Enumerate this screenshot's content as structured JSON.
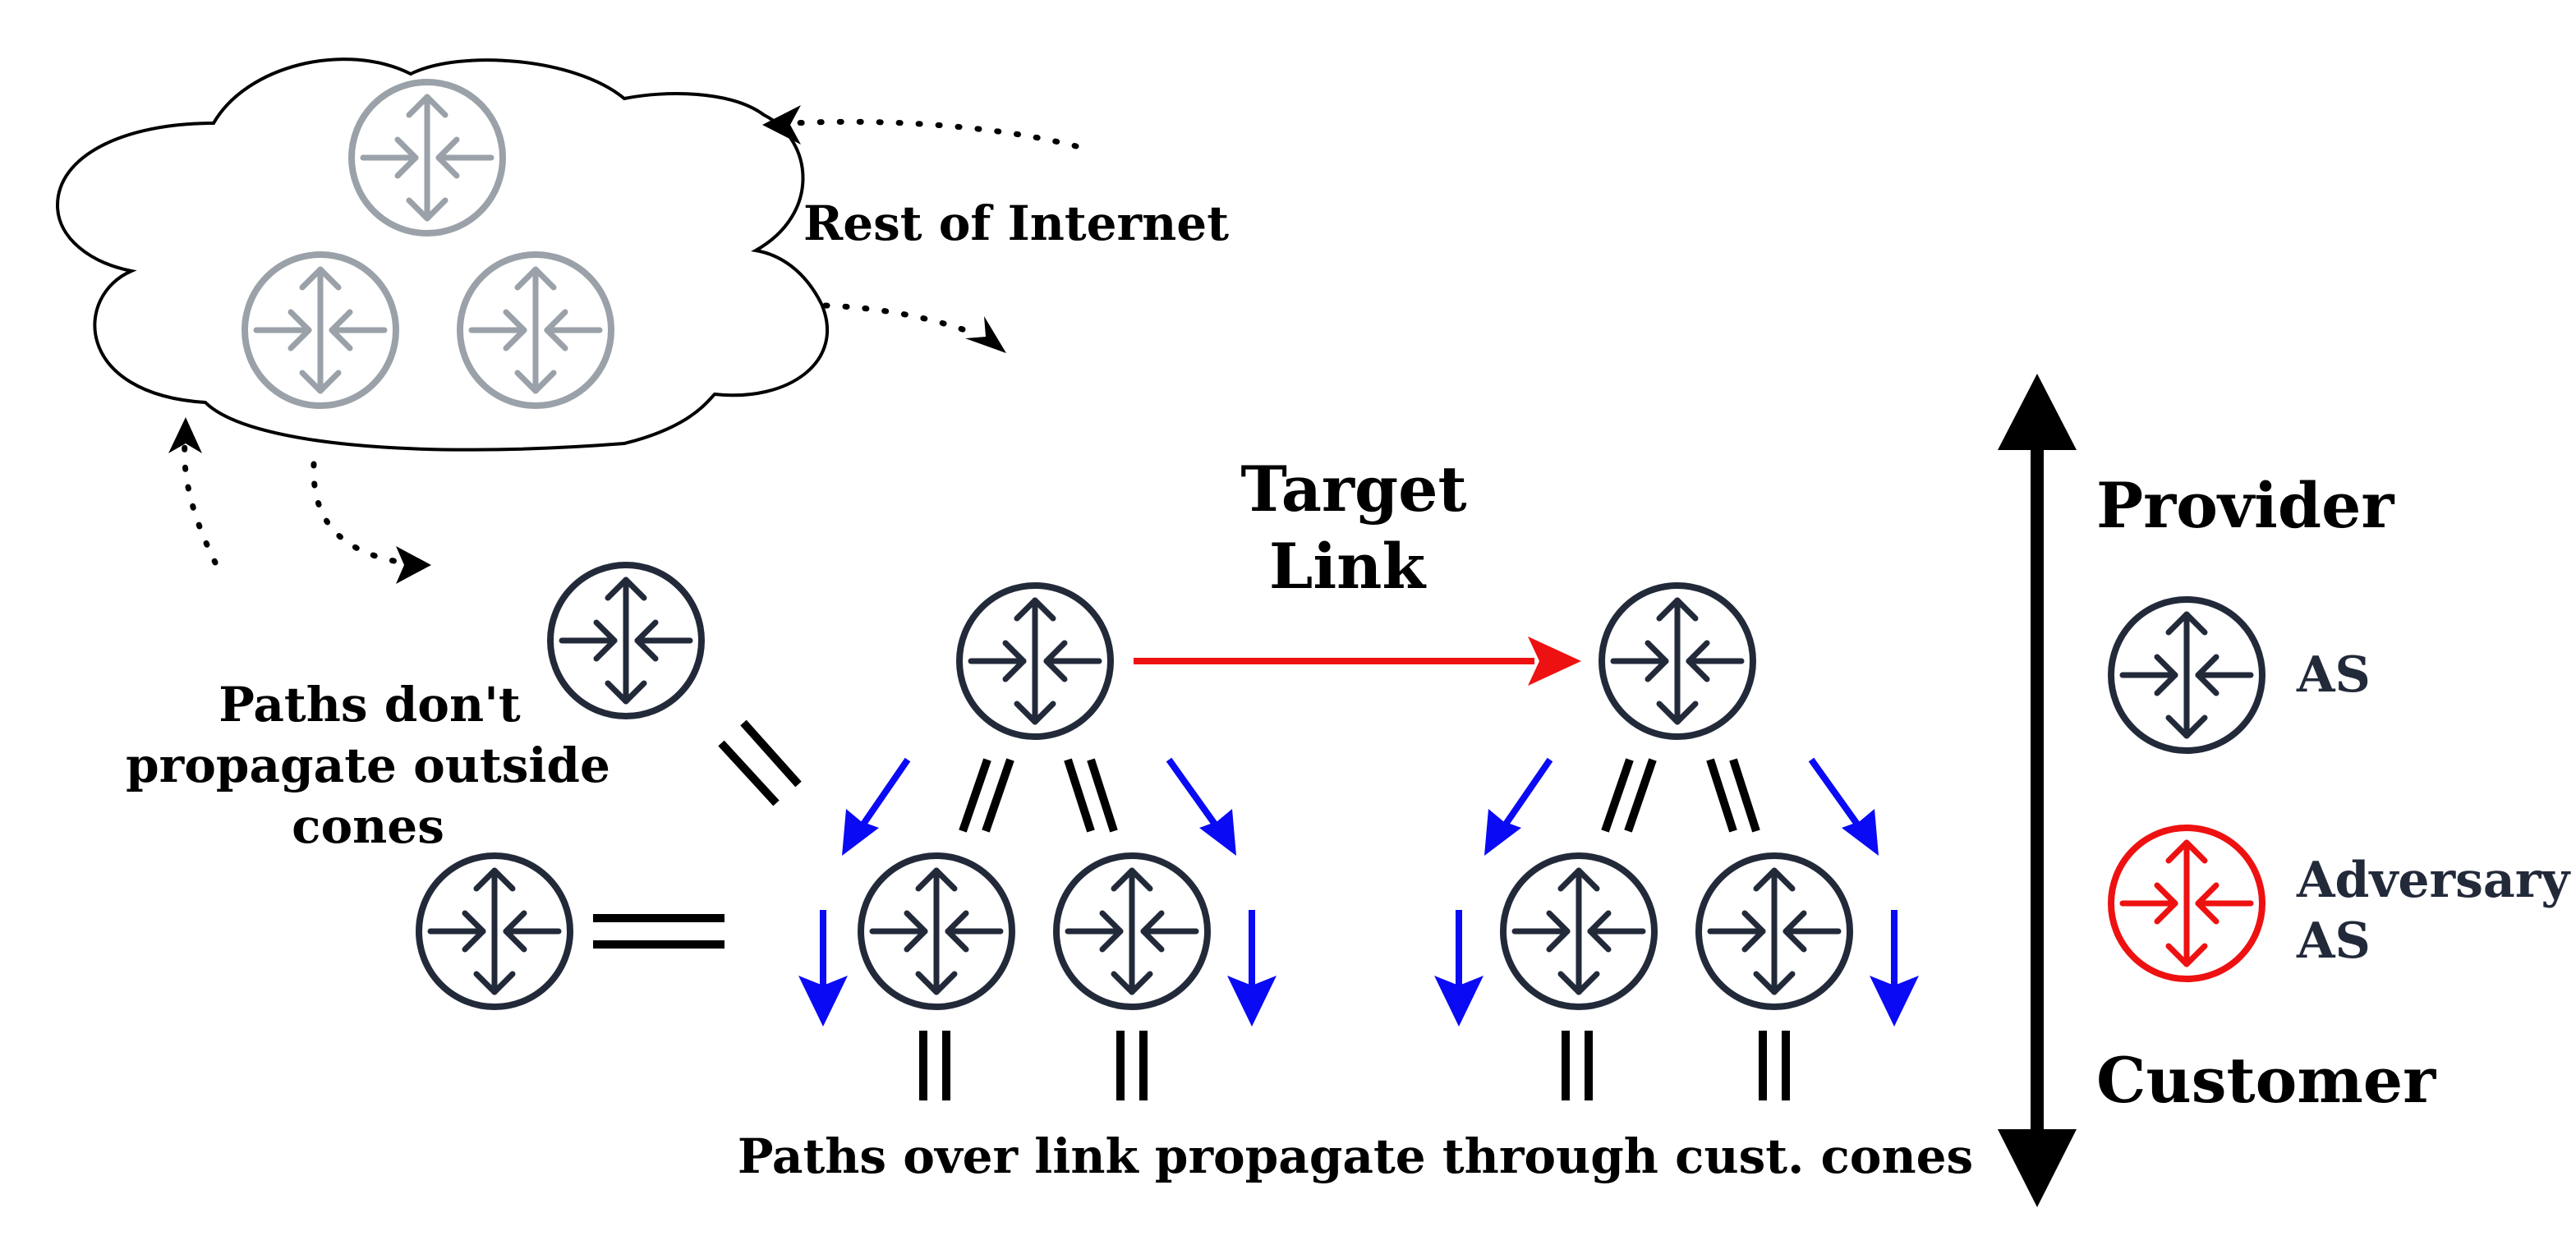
{
  "labels": {
    "rest_of_internet": "Rest of Internet",
    "target_link_line1": "Target",
    "target_link_line2": "Link",
    "paths_dont_line1": "Paths don't",
    "paths_dont_line2": "propagate outside",
    "paths_dont_line3": "cones",
    "paths_over_link": "Paths over link propagate through cust. cones",
    "provider": "Provider",
    "customer": "Customer",
    "legend_as": "AS",
    "legend_adversary_line1": "Adversary",
    "legend_adversary_line2": "AS"
  },
  "colors": {
    "as_stroke": "#222a3a",
    "internet_as_stroke": "#9aa1a9",
    "adversary": "#ee1111",
    "target_link": "#ee1111",
    "propagation_arrow": "#0a0af5",
    "connector": "#000000"
  },
  "icons": {
    "as_node": "router-icon",
    "cloud": "cloud-icon"
  }
}
